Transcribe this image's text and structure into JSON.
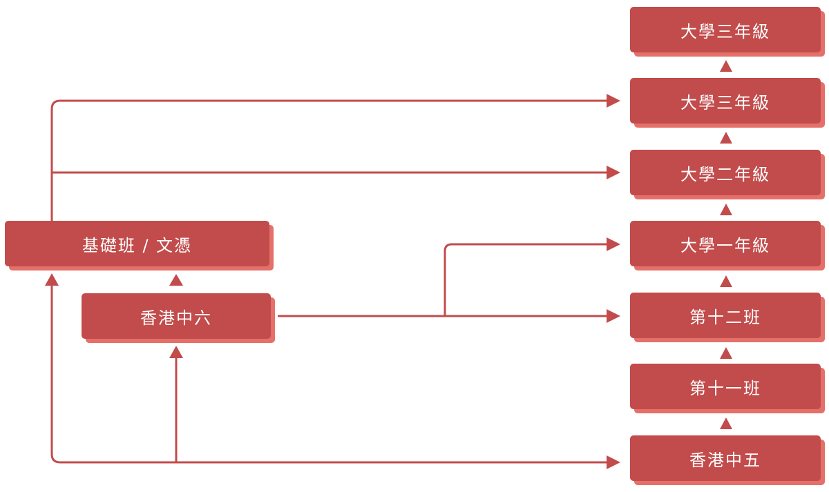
{
  "colors": {
    "box": "#c24b4b",
    "box_shadow": "#e5706a",
    "line": "#c24b4b",
    "background": "#ffffff"
  },
  "nodes": {
    "uni3_top": "大學三年級",
    "uni3": "大學三年級",
    "uni2": "大學二年級",
    "uni1": "大學一年級",
    "class12": "第十二班",
    "class11": "第十一班",
    "f5": "香港中五",
    "foundation": "基礎班 / 文憑",
    "f6": "香港中六"
  }
}
